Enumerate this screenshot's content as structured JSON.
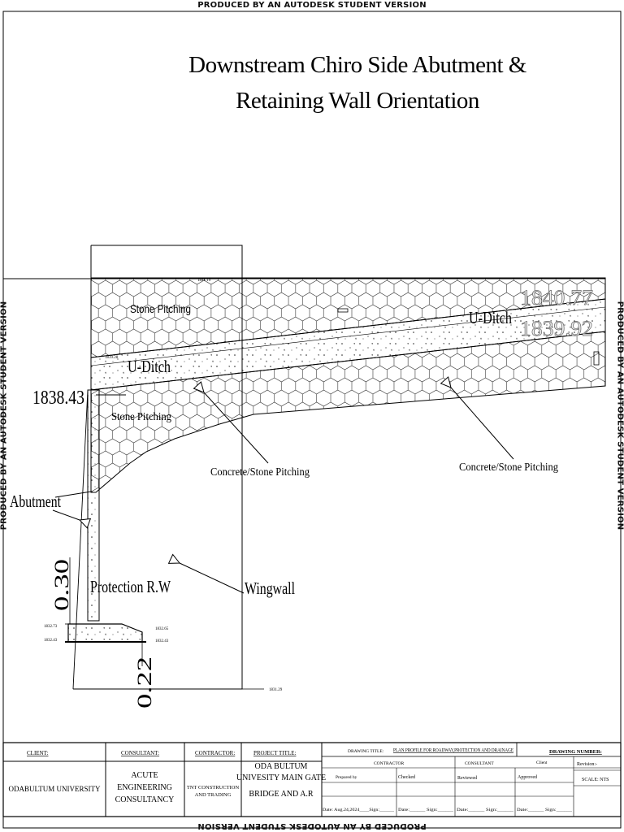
{
  "watermark": "PRODUCED BY AN AUTODESK STUDENT VERSION",
  "title": {
    "line1": "Downstream Chiro Side Abutment &",
    "line2": "Retaining Wall Orientation"
  },
  "drawing": {
    "labels": {
      "stone_pitching_top": "Stone Pitching",
      "stone_pitching_lower": "Stone Pitching",
      "u_ditch_left": "U-Ditch",
      "u_ditch_right": "U-Ditch",
      "concrete_left": "Concrete/Stone Pitching",
      "concrete_right": "Concrete/Stone Pitching",
      "abutment": "Abutment",
      "protection": "Protection R.W",
      "wingwall": "Wingwall"
    },
    "elevations": {
      "main_left": "1838.43",
      "right_upper": "1840.77",
      "right_lower": "1839.92",
      "top_small": "1841.19",
      "ditch_small": "1839.28",
      "footing_tl": "1832.73",
      "footing_bl": "1832.43",
      "footing_tr": "1832.65",
      "footing_br": "1832.43",
      "bottom_small": "1831.29"
    },
    "dimensions": {
      "vertical_upper": "0.30",
      "vertical_lower": "0.22"
    }
  },
  "title_block": {
    "client_label": "CLIENT:",
    "client": "ODABULTUM UNIVERSITY",
    "consultant_label": "CONSULTANT:",
    "consultant": "ACUTE ENGINEERING CONSULTANCY",
    "contractor_label": "CONTRACTOR:",
    "contractor": "TNT CONSTRUCTION AND TRADING",
    "project_label": "PROJECT TITLE:",
    "project": "ODA BULTUM UNIVESITY MAIN GATE BRIDGE AND A.R",
    "drawing_title_label": "DRAWING TITLE:",
    "drawing_title": "PLAN PROFILE FOR ROADWAY,PROTECTION AND DRAINAGE",
    "drawing_number_label": "DRAWING NUMBER:",
    "col_contractor": "CONTRACTOR",
    "col_consultant": "CONSULTANT",
    "col_client": "Client",
    "revision": "Revision:-",
    "prepared_by": "Prepared by",
    "checked": "Checked",
    "reviewed": "Reviewed",
    "approved": "Approved",
    "scale": "SCALE: NTS",
    "date1": "Date: Aug.24,2024____Sign:______",
    "date2": "Date:______ Sign:______",
    "date3": "Date:______ Sign:______",
    "date4": "Date:______ Sign:______"
  }
}
